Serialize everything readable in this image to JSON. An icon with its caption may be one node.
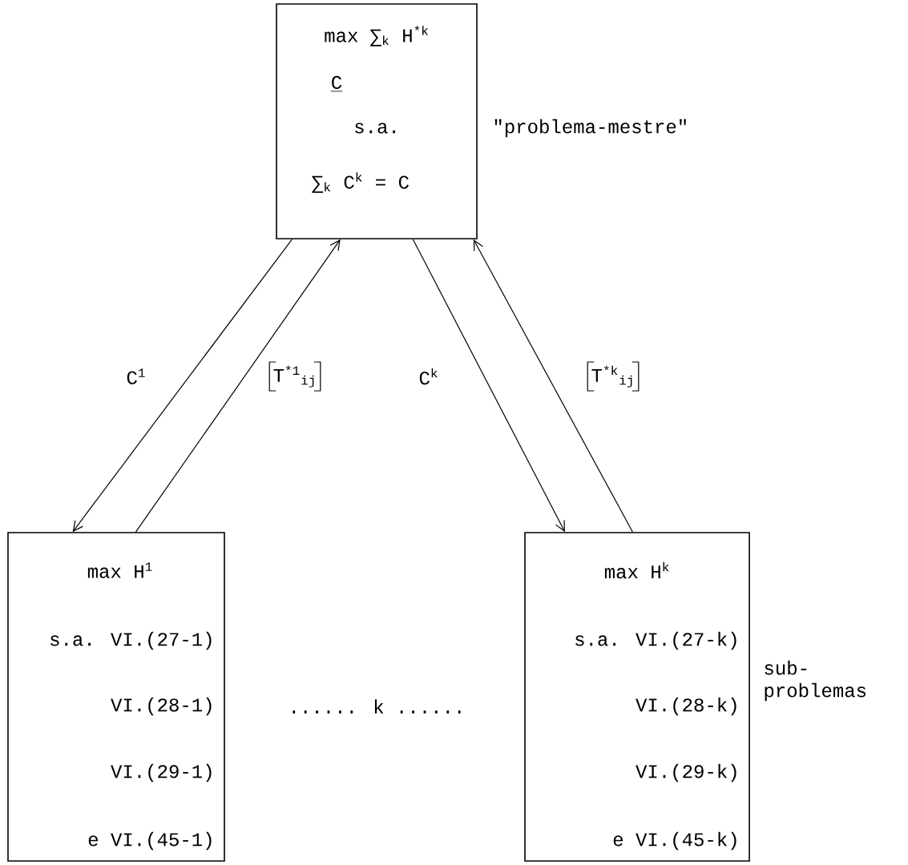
{
  "diagram": {
    "nodes": [
      {
        "text": [
          "max ∑$_{k}$ H$^{*k}$",
          "C",
          "s.a.",
          "∑$_{k}$ C$^{k}$ = C"
        ],
        "beside": [
          "\"problema-mestre\""
        ]
      },
      {
        "text": [
          "max H$^{1}$",
          "s.a. VI.(27-1)",
          "VI.(28-1)",
          "VI.(29-1)",
          "e VI.(45-1)"
        ]
      },
      {
        "text": [
          "max H$^{k}$",
          "s.a. VI.(27-k)",
          "VI.(28-k)",
          "VI.(29-k)",
          "e VI.(45-k)"
        ],
        "beside": [
          "sub- problemas"
        ]
      }
    ],
    "edges": [
      {
        "from": 0,
        "to": 1,
        "arrow": "to",
        "label": "C$^{1}$"
      },
      {
        "from": 1,
        "to": 0,
        "arrow": "to",
        "label": "T$^{*1}$$_{ij}$"
      },
      {
        "from": 0,
        "to": 2,
        "arrow": "to",
        "label": "C$^{k}$"
      },
      {
        "from": 2,
        "to": 0,
        "arrow": "to",
        "label": "T$^{*k}$$_{ij}$"
      }
    ],
    "labels": [
      "...... k ......"
    ]
  }
}
